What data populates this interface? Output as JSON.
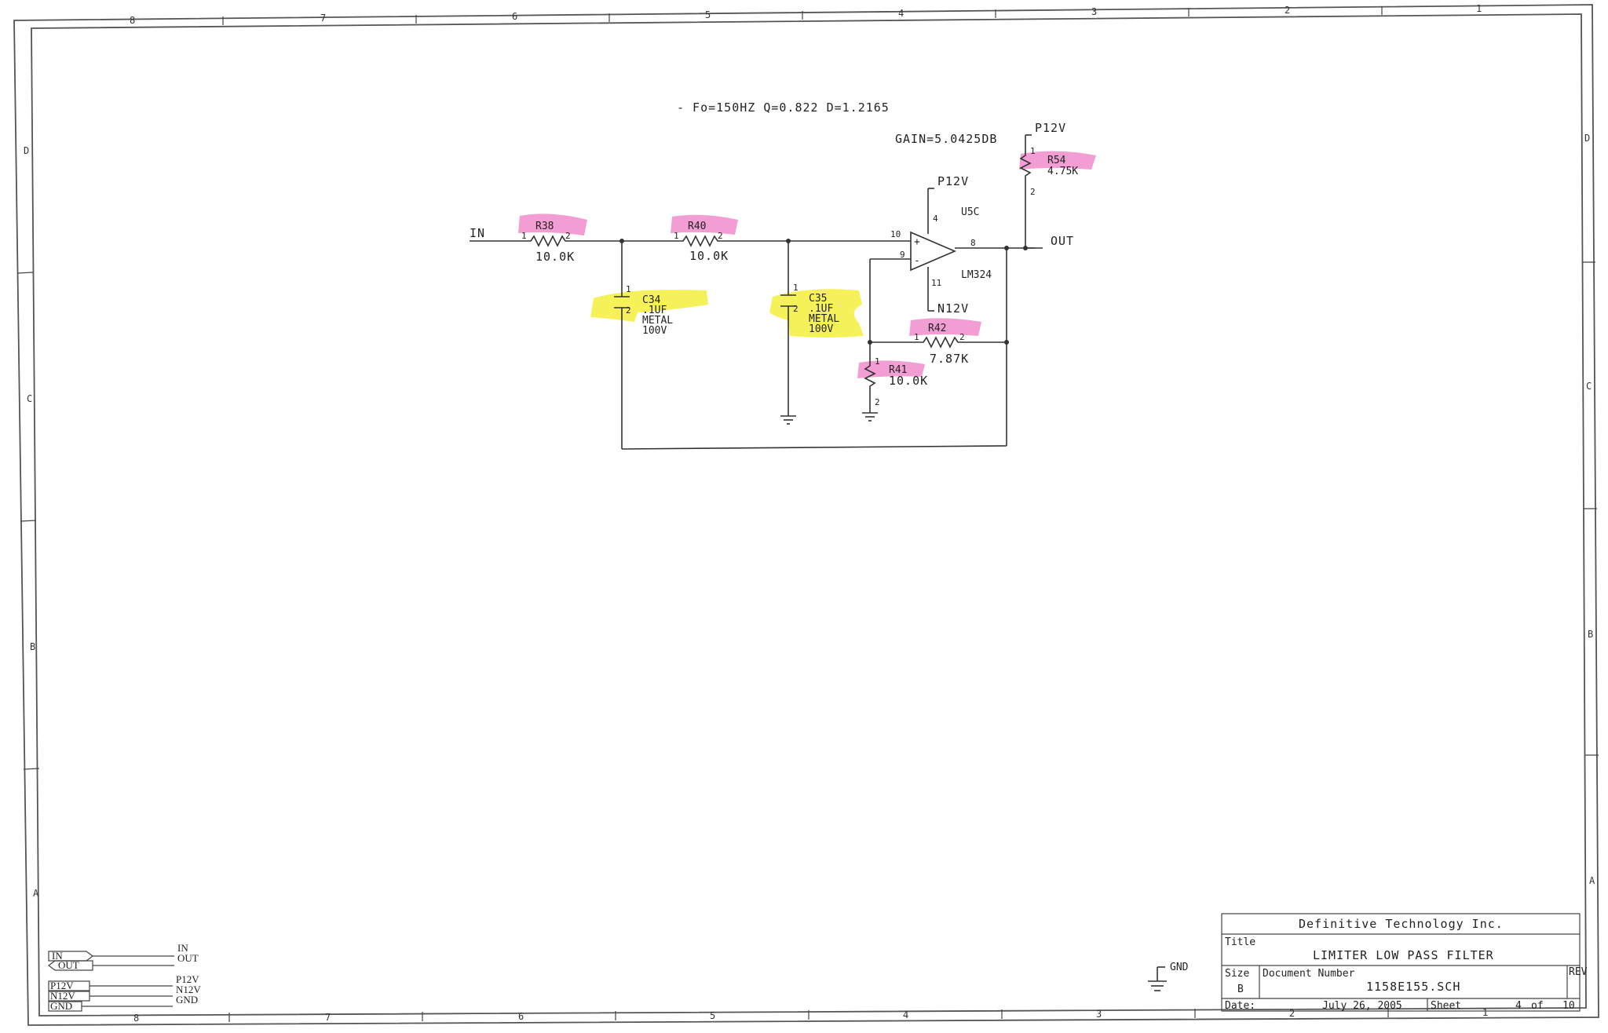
{
  "frame": {
    "columns_top": [
      "8",
      "7",
      "6",
      "5",
      "4",
      "3",
      "2",
      "1"
    ],
    "columns_bottom": [
      "8",
      "7",
      "6",
      "5",
      "4",
      "3",
      "2",
      "1"
    ],
    "rows_left": [
      "D",
      "C",
      "B",
      "A"
    ],
    "rows_right": [
      "D",
      "C",
      "B",
      "A"
    ]
  },
  "annotations": {
    "filter_params": "- Fo=150HZ Q=0.822 D=1.2165",
    "gain": "GAIN=5.0425DB"
  },
  "components": {
    "r38": {
      "ref": "R38",
      "value": "10.0K",
      "pin1": "1",
      "pin2": "2"
    },
    "r40": {
      "ref": "R40",
      "value": "10.0K",
      "pin1": "1",
      "pin2": "2"
    },
    "c34": {
      "ref": "C34",
      "value": ".1UF",
      "type": "METAL",
      "voltage": "100V",
      "pin1": "1",
      "pin2": "2"
    },
    "c35": {
      "ref": "C35",
      "value": ".1UF",
      "type": "METAL",
      "voltage": "100V",
      "pin1": "1",
      "pin2": "2"
    },
    "r42": {
      "ref": "R42",
      "value": "7.87K",
      "pin1": "1",
      "pin2": "2"
    },
    "r41": {
      "ref": "R41",
      "value": "10.0K",
      "pin1": "1",
      "pin2": "2"
    },
    "r54": {
      "ref": "R54",
      "value": "4.75K",
      "pin1": "1",
      "pin2": "2"
    },
    "u5c": {
      "ref": "U5C",
      "part": "LM324",
      "pin_in_plus": "10",
      "pin_in_minus": "9",
      "pin_out": "8",
      "pin_vplus": "4",
      "pin_vminus": "11",
      "plus_sign": "+",
      "minus_sign": "-"
    }
  },
  "nets": {
    "in": "IN",
    "out": "OUT",
    "p12v_opamp": "P12V",
    "p12v_r54": "P12V",
    "n12v": "N12V",
    "gnd": "GND"
  },
  "legend": {
    "ports": [
      {
        "tag": "IN",
        "label": "IN"
      },
      {
        "tag": "OUT",
        "label": "OUT"
      },
      {
        "tag": "P12V",
        "label": "P12V"
      },
      {
        "tag": "N12V",
        "label": "N12V"
      },
      {
        "tag": "GND",
        "label": "GND"
      }
    ]
  },
  "title_block": {
    "company": "Definitive Technology Inc.",
    "title_label": "Title",
    "title": "LIMITER LOW PASS FILTER",
    "size_label": "Size",
    "size": "B",
    "doc_label": "Document Number",
    "doc_number": "1158E155.SCH",
    "rev_label": "REV",
    "rev": "",
    "date_label": "Date:",
    "date": "July 26, 2005",
    "sheet_label": "Sheet",
    "sheet": "4",
    "of_label": "of",
    "sheets_total": "10"
  },
  "colors": {
    "highlight_pink": "#f08ccc",
    "highlight_yellow": "#f4ef3c",
    "ink": "#333333"
  }
}
